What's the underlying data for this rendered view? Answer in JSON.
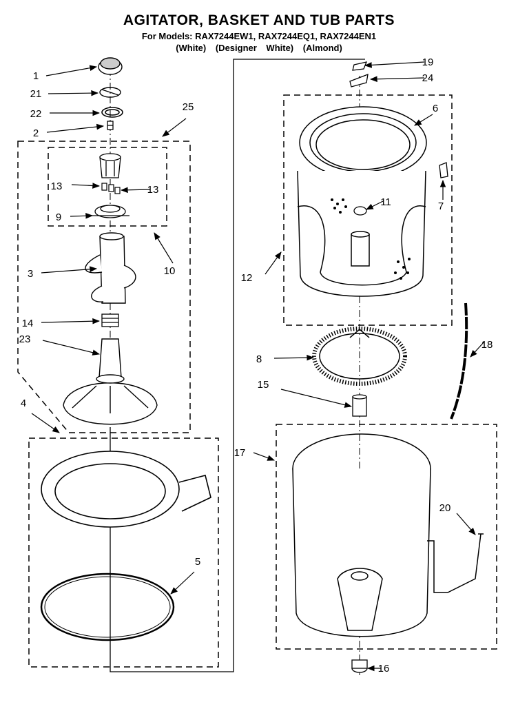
{
  "header": {
    "title": "AGITATOR, BASKET AND TUB PARTS",
    "models": "For Models: RAX7244EW1, RAX7244EQ1, RAX7244EN1",
    "variants": "(White) (Designer White) (Almond)"
  },
  "callouts": [
    "1",
    "21",
    "22",
    "2",
    "25",
    "13",
    "13",
    "9",
    "10",
    "3",
    "14",
    "23",
    "4",
    "5",
    "19",
    "24",
    "6",
    "7",
    "11",
    "12",
    "8",
    "15",
    "17",
    "18",
    "20",
    "16"
  ]
}
